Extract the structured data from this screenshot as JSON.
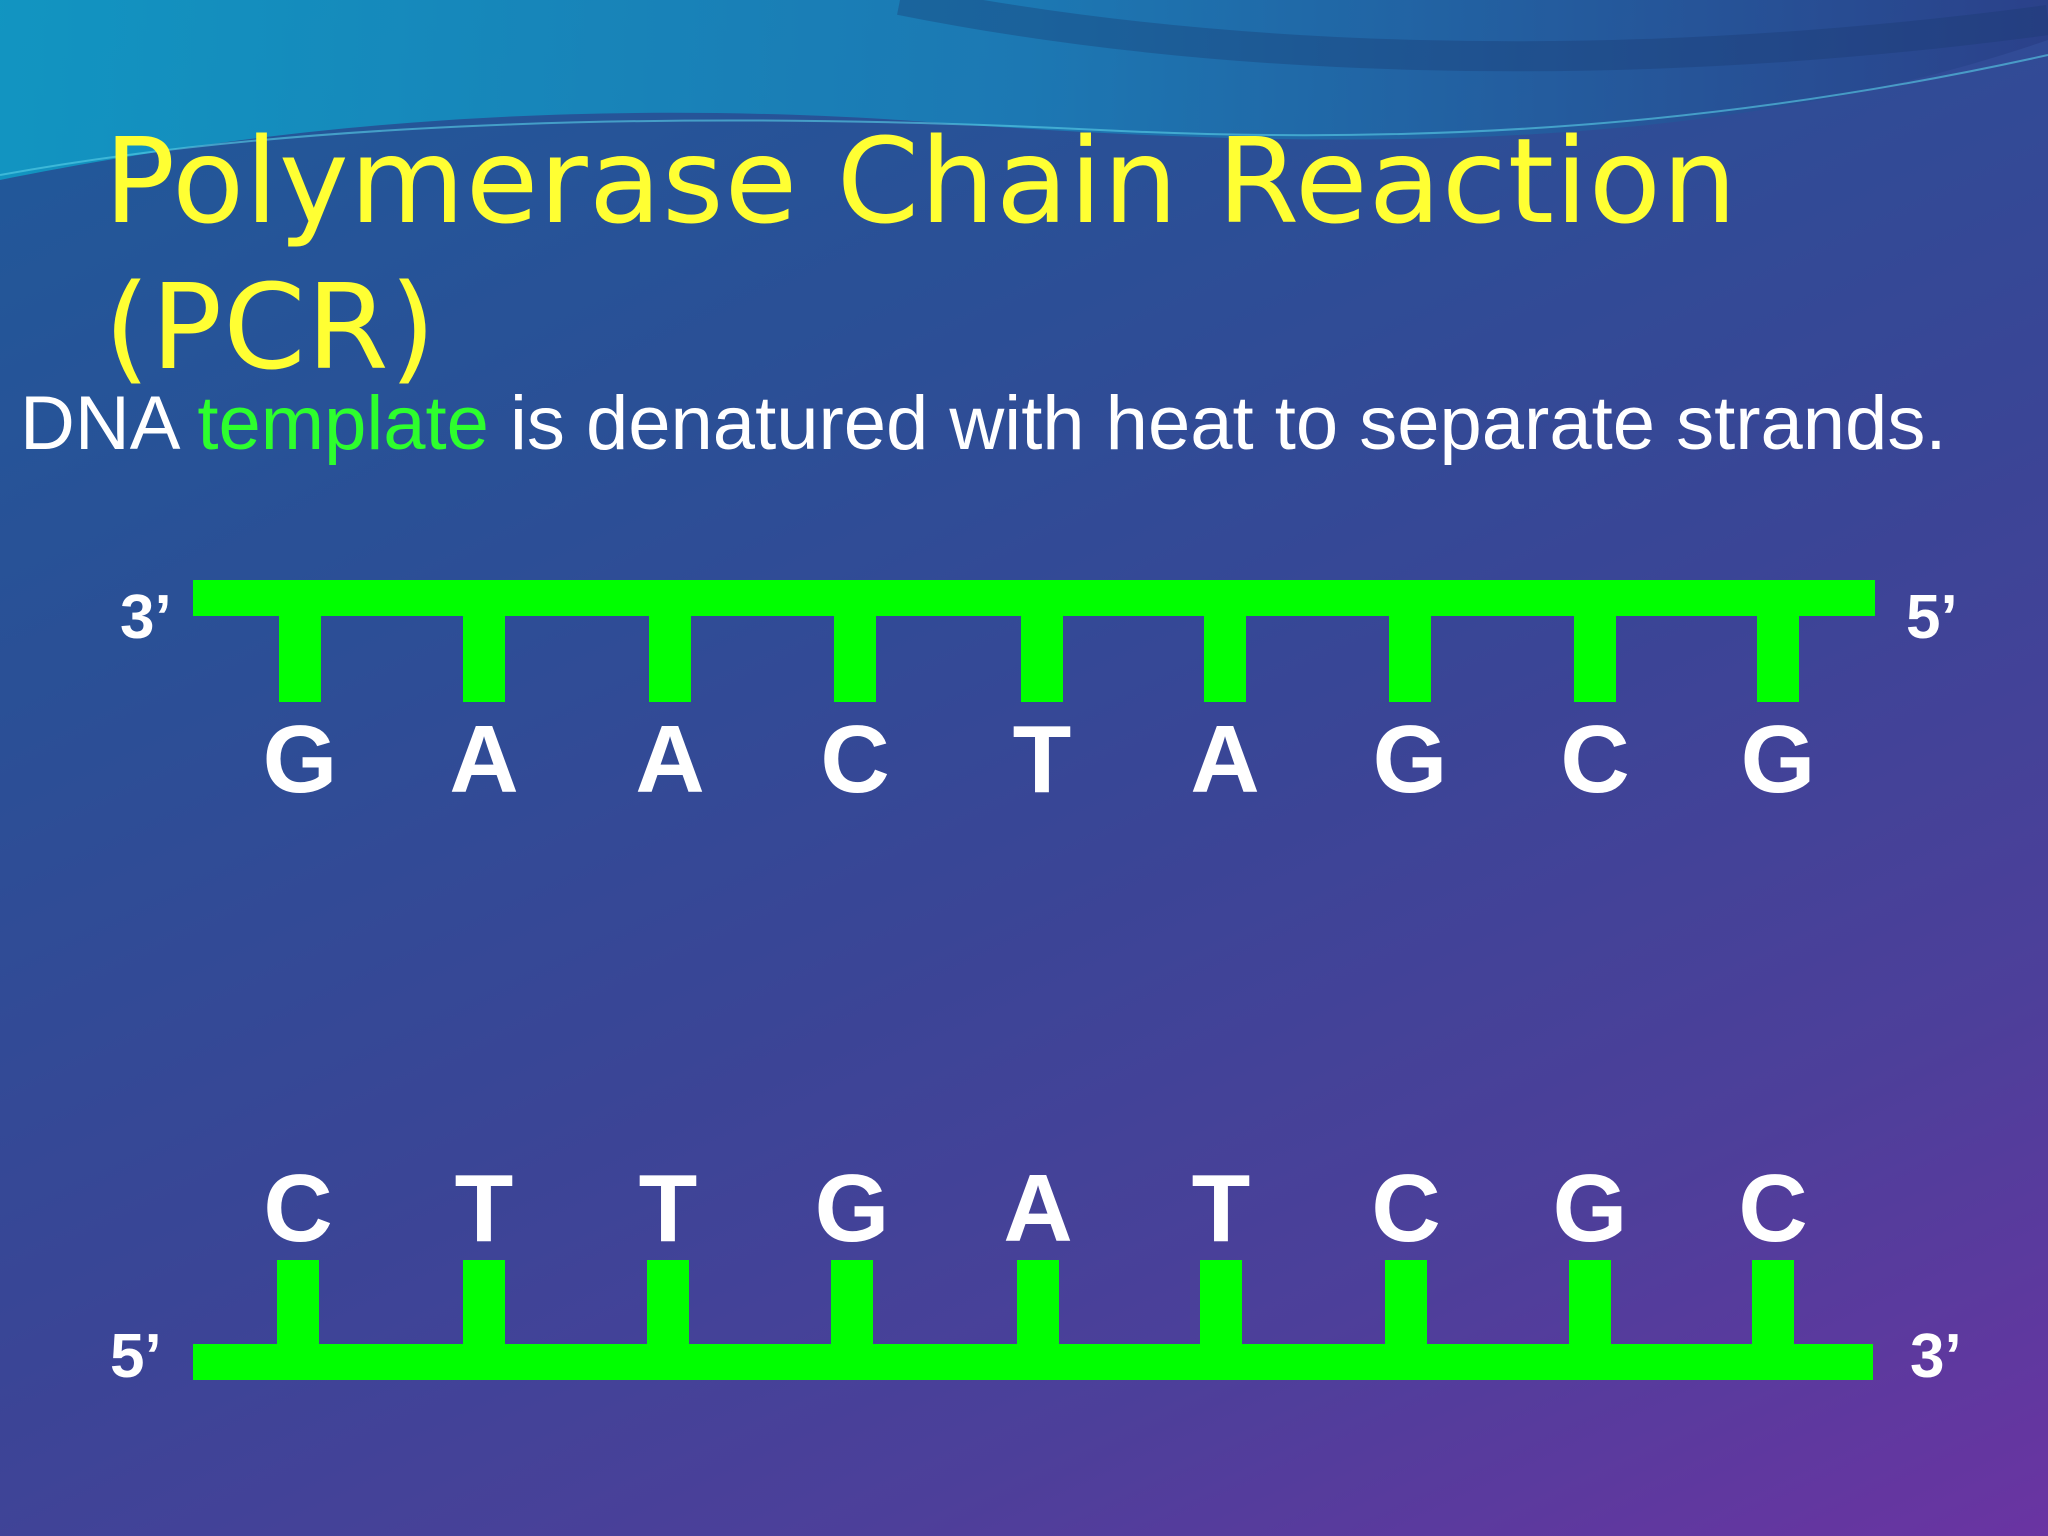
{
  "title": {
    "line1": "Polymerase Chain Reaction",
    "line2": "(PCR)"
  },
  "subtitle": {
    "before": "DNA ",
    "highlight": "template",
    "after": " is denatured with heat to separate strands."
  },
  "strands": {
    "top": {
      "left_end": "3’",
      "right_end": "5’",
      "bases": [
        "G",
        "A",
        "A",
        "C",
        "T",
        "A",
        "G",
        "C",
        "G"
      ]
    },
    "bottom": {
      "left_end": "5’",
      "right_end": "3’",
      "bases": [
        "C",
        "T",
        "T",
        "G",
        "A",
        "T",
        "C",
        "G",
        "C"
      ]
    }
  },
  "colors": {
    "title": "#ffff33",
    "strand": "#00ff00",
    "highlight": "#2dff2d",
    "text": "#ffffff"
  }
}
